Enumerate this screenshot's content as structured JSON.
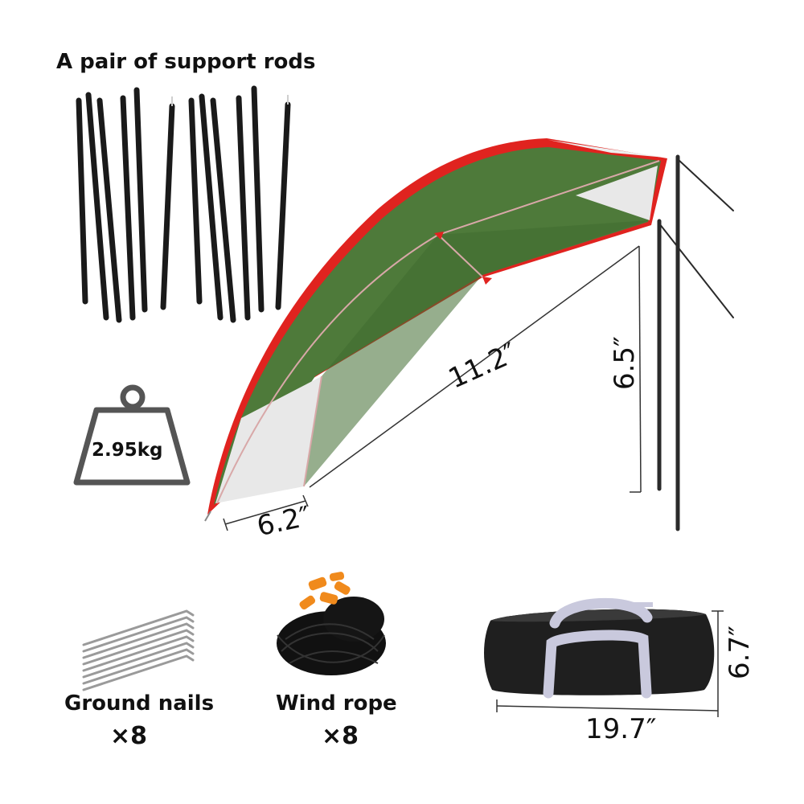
{
  "labels": {
    "rods_title": "A pair of support rods",
    "weight": "2.95kg",
    "nails_label": "Ground nails",
    "nails_count": "×8",
    "rope_label": "Wind rope",
    "rope_count": "×8"
  },
  "dimensions": {
    "awning_depth": "6.2″",
    "awning_length": "11.2″",
    "pole_height": "6.5″",
    "bag_length": "19.7″",
    "bag_height": "6.7″"
  },
  "colors": {
    "canopy_green": "#4e7a3a",
    "canopy_edge_red": "#e0231f",
    "canopy_panel_white": "#e8e8e8",
    "rope_orange": "#f08a1c",
    "bag_black": "#1f1f1f",
    "bag_handle": "#c9c9dd"
  }
}
